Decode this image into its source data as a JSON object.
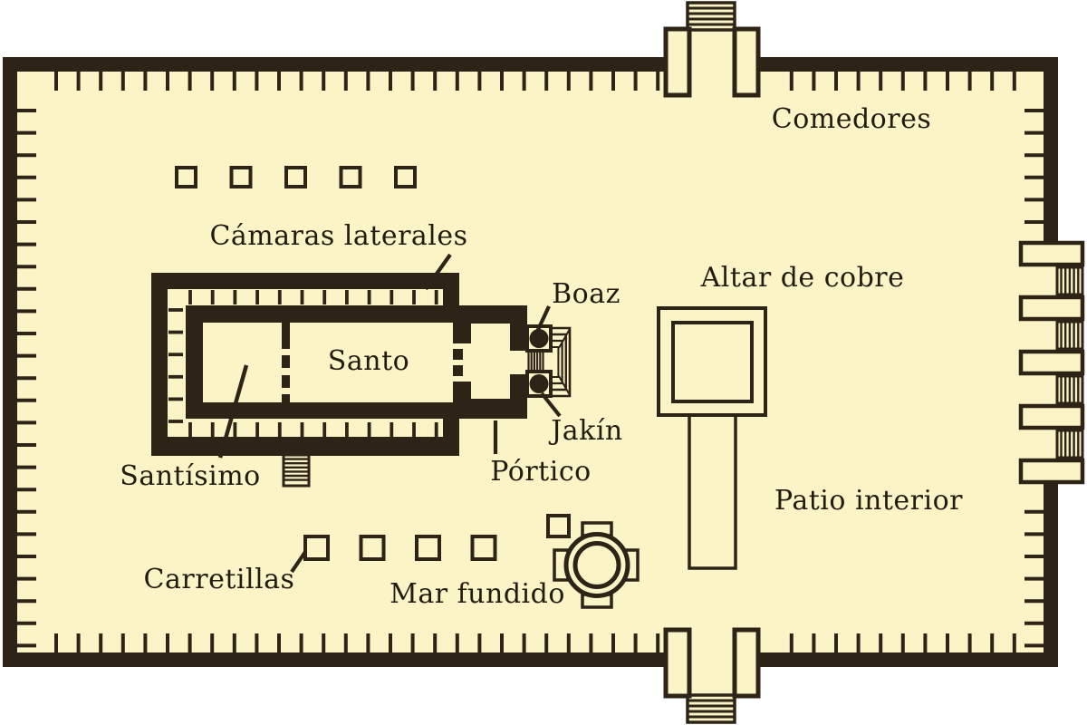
{
  "diagram": {
    "labels": {
      "comedores": "Comedores",
      "camaras_laterales": "Cámaras laterales",
      "boaz": "Boaz",
      "jakin": "Jakín",
      "portico": "Pórtico",
      "santisimo": "Santísimo",
      "santo": "Santo",
      "altar_de_cobre": "Altar de cobre",
      "patio_interior": "Patio interior",
      "carretillas": "Carretillas",
      "mar_fundido": "Mar fundido"
    },
    "colors": {
      "wall": "#2d2316",
      "ground": "#fbf4c7",
      "ink": "#241b0f",
      "background": "#ffffff"
    }
  }
}
